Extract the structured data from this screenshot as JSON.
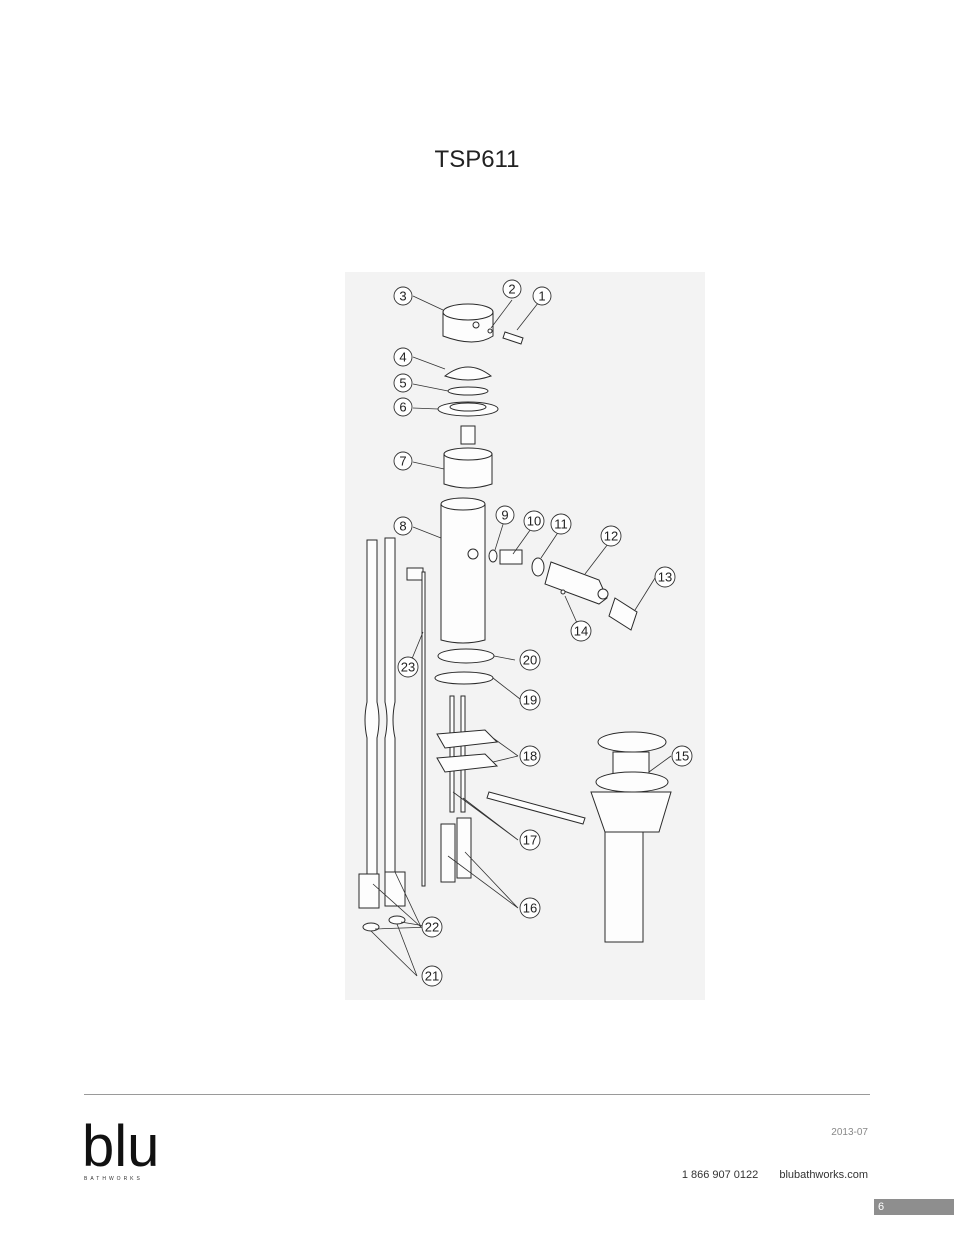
{
  "document": {
    "model_title": "TSP611"
  },
  "diagram": {
    "callouts": [
      "1",
      "2",
      "3",
      "4",
      "5",
      "6",
      "7",
      "8",
      "9",
      "10",
      "11",
      "12",
      "13",
      "14",
      "15",
      "16",
      "17",
      "18",
      "19",
      "20",
      "21",
      "22",
      "23"
    ]
  },
  "footer": {
    "brand": "blu",
    "brand_sub": "BATHWORKS",
    "date": "2013-07",
    "phone": "1 866 907 0122",
    "website": "blubathworks.com",
    "page_number": "6"
  },
  "colors": {
    "rule": "#9a9a9a",
    "page_box": "#8e8e8e",
    "diagram_bg": "#f3f3f3"
  }
}
